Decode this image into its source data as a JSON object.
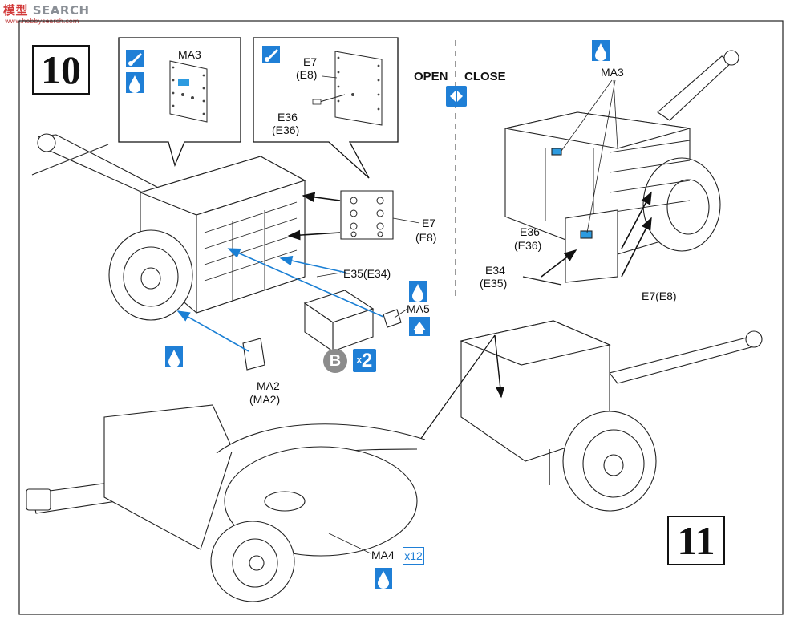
{
  "watermark": {
    "brand_cn": "模型",
    "brand": "SEARCH",
    "site": "www.hobbysearch.com"
  },
  "steps": {
    "step10": "10",
    "step11": "11"
  },
  "open_close": {
    "open": "OPEN",
    "close": "CLOSE"
  },
  "labels": {
    "ma3_inset": "MA3",
    "e7_inset": "E7",
    "e8_inset": "(E8)",
    "e36_inset": "E36",
    "e36p_inset": "(E36)",
    "e7_right": "E7",
    "e8_right": "(E8)",
    "e35": "E35(E34)",
    "ma5": "MA5",
    "ma2": "MA2",
    "ma2p": "(MA2)",
    "ma3_top": "MA3",
    "e36_r": "E36",
    "e36p_r": "(E36)",
    "e34_r": "E34",
    "e35p_r": "(E35)",
    "e7e8_r": "E7(E8)",
    "ma4": "MA4"
  },
  "badges": {
    "b_letter": "B",
    "x2": "2",
    "x2_prefix": "x",
    "x12": "x12"
  },
  "colors": {
    "accent_blue": "#1f7fd6",
    "decal_blue": "#2d9be0",
    "line": "#111111",
    "guide": "#1a7fd4"
  },
  "icons": [
    "water-drop-icon",
    "brush-icon",
    "open-close-icon",
    "flip-arrow-icon"
  ]
}
